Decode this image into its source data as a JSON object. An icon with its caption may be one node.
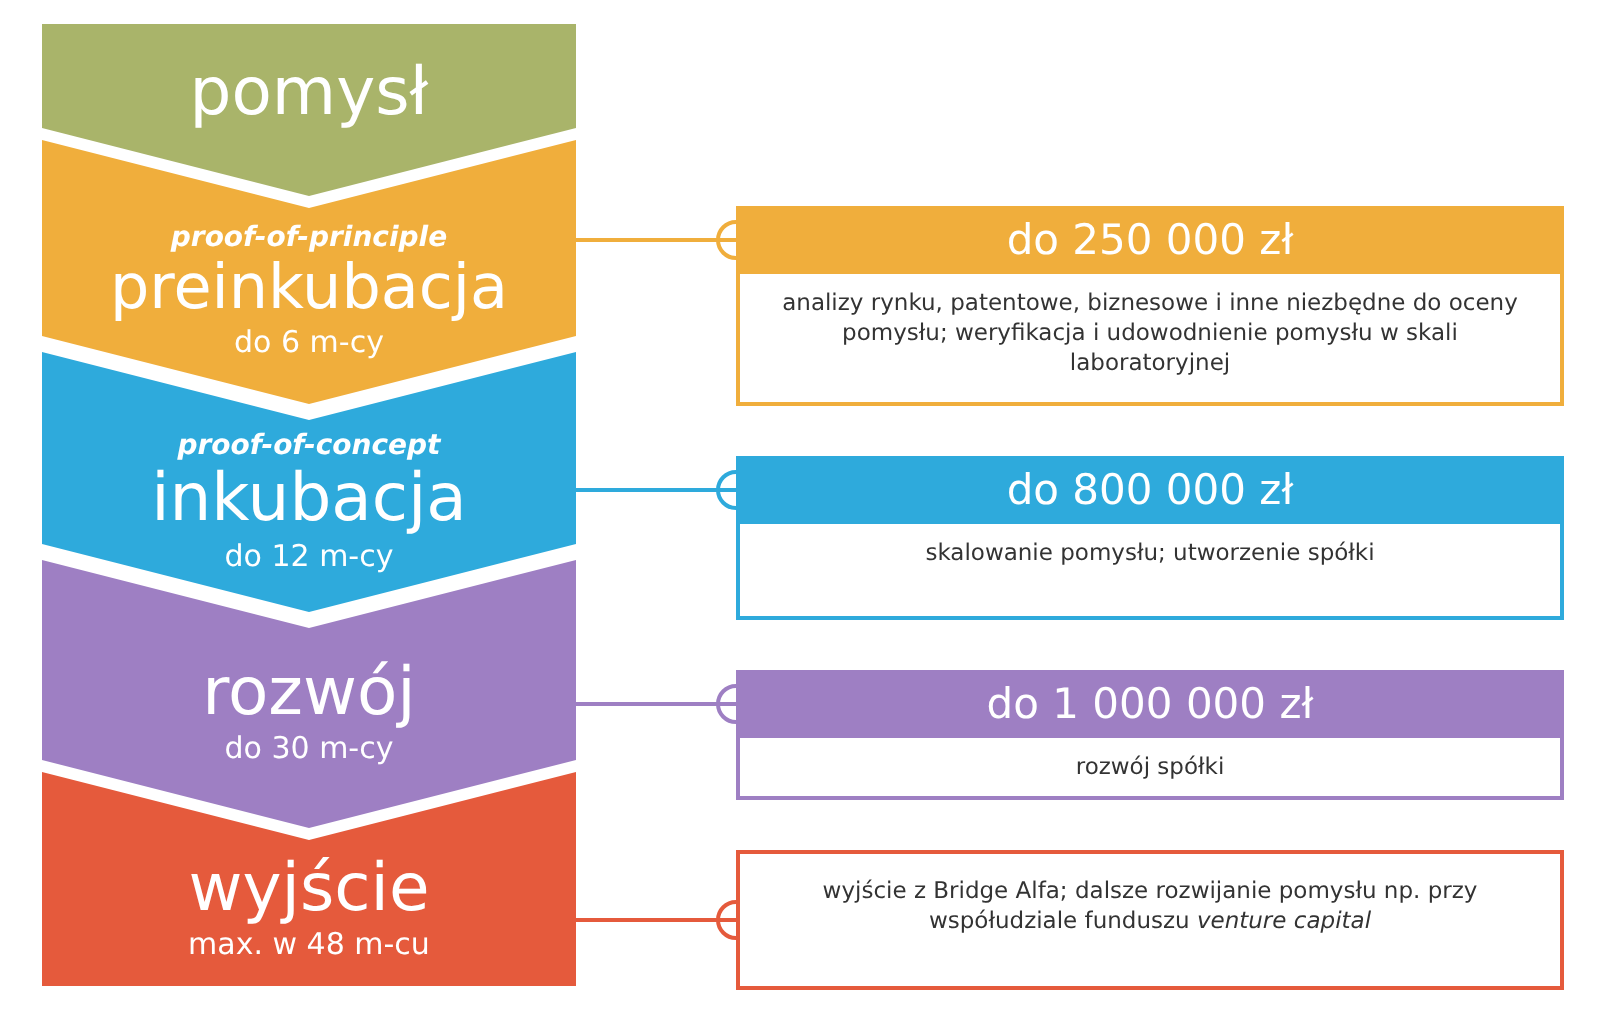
{
  "diagram": {
    "nodes": [
      {
        "text": [
          "pomysł"
        ]
      },
      {
        "text": [
          "proof-of-principle",
          "preinkubacja",
          "do 6 m-cy"
        ]
      },
      {
        "text": [
          "proof-of-concept",
          "inkubacja",
          "do 12 m-cy"
        ]
      },
      {
        "text": [
          "rozwój",
          "do 30 m-cy"
        ]
      },
      {
        "text": [
          "wyjście",
          "max. w 48 m-cu"
        ]
      },
      {
        "text": [
          "do 250 000 zł",
          "analizy rynku, patentowe, biznesowe i inne niezbędne do oceny pomysłu; weryfikacja i udowodnienie pomysłu w skali laboratoryjnej"
        ]
      },
      {
        "text": [
          "do 800 000 zł",
          "skalowanie pomysłu; utworzenie spółki"
        ]
      },
      {
        "text": [
          "do 1 000 000 zł",
          "rozwój spółki"
        ]
      },
      {
        "text": [
          "wyjście z Bridge Alfa; dalsze rozwijanie pomysłu np. przy współudziale funduszu *venture capital*"
        ]
      }
    ],
    "edges": [
      {
        "from": 1,
        "to": 5,
        "arrow": "other",
        "color": "#f0ae3c"
      },
      {
        "from": 2,
        "to": 6,
        "arrow": "other",
        "color": "#2eaadc"
      },
      {
        "from": 3,
        "to": 7,
        "arrow": "other",
        "color": "#9e7fc3"
      },
      {
        "from": 4,
        "to": 8,
        "arrow": "other",
        "color": "#e55a3c"
      }
    ]
  }
}
